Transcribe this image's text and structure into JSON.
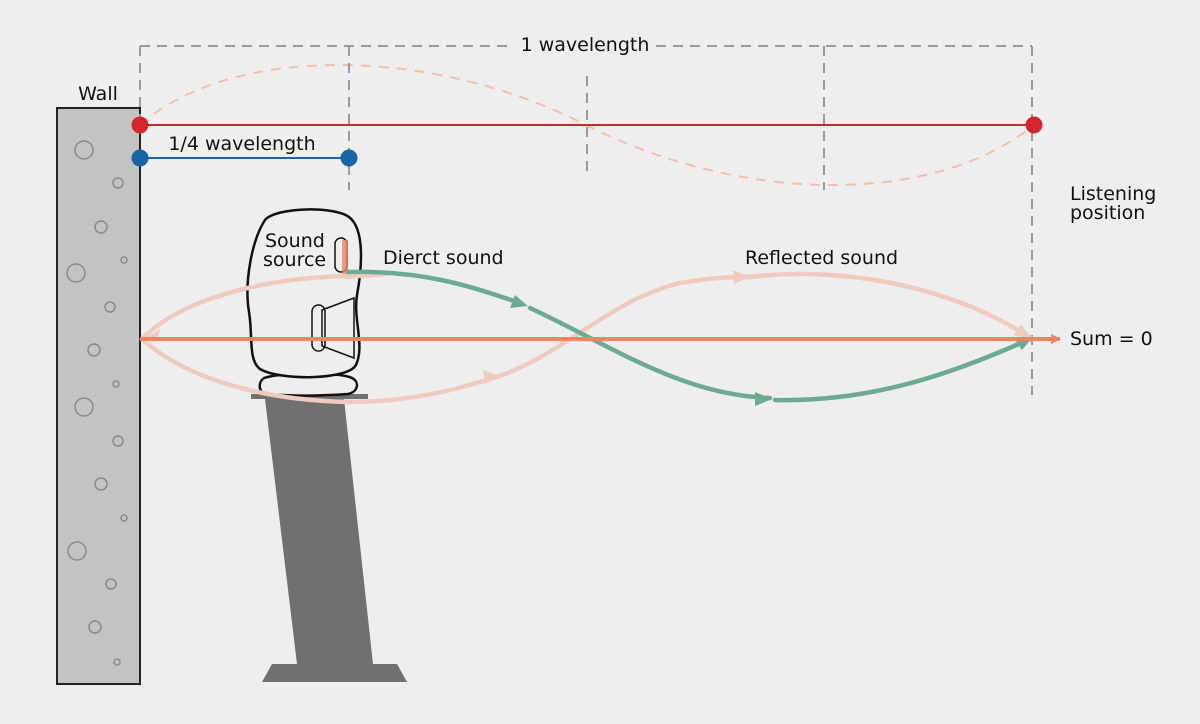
{
  "labels": {
    "wall": "Wall",
    "one_wavelength": "1 wavelength",
    "quarter_wavelength": "1/4 wavelength",
    "listening_line1": "Listening",
    "listening_line2": "position",
    "sound_source_line1": "Sound",
    "sound_source_line2": "source",
    "direct_sound": "Dierct sound",
    "reflected_sound": "Reflected sound",
    "sum": "Sum = 0"
  },
  "colors": {
    "background": "#eeeeee",
    "wall_fill": "#c3c3c3",
    "wall_dots": "#8a8a8a",
    "dashed_guides": "#9a9a9a",
    "one_wavelength_marker": "#d1272b",
    "quarter_wavelength_marker": "#1764a6",
    "ghost_wave": "#f2c0ad",
    "direct_sound": "#6eaa91",
    "reflected_sound": "#f0cbbd",
    "sum_arrow": "#ee8366",
    "stand": "#707070"
  }
}
